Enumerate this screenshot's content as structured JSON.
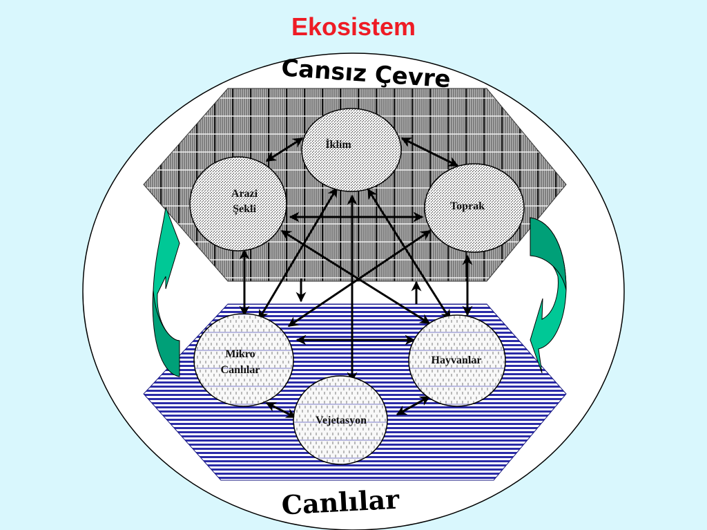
{
  "slide": {
    "title": "Ekosistem"
  },
  "zones": {
    "abiotic": {
      "label": "Cansız Çevre"
    },
    "biotic": {
      "label": "Canlılar"
    }
  },
  "nodes": {
    "iklim": {
      "label": "İklim",
      "zone": "abiotic"
    },
    "arazi": {
      "label_line1": "Arazi",
      "label_line2": "Şekli",
      "zone": "abiotic"
    },
    "toprak": {
      "label": "Toprak",
      "zone": "abiotic"
    },
    "mikro": {
      "label_line1": "Mikro",
      "label_line2": "Canlılar",
      "zone": "biotic"
    },
    "hayvanlar": {
      "label": "Hayvanlar",
      "zone": "biotic"
    },
    "vejetasyon": {
      "label": "Vejetasyon",
      "zone": "biotic"
    }
  },
  "connections": [
    {
      "from": "Arazi Şekli",
      "to": "İklim",
      "type": "bidirectional"
    },
    {
      "from": "İklim",
      "to": "Toprak",
      "type": "bidirectional"
    },
    {
      "from": "Arazi Şekli",
      "to": "Toprak",
      "type": "bidirectional"
    },
    {
      "from": "Arazi Şekli",
      "to": "Mikro Canlılar",
      "type": "bidirectional"
    },
    {
      "from": "Toprak",
      "to": "Hayvanlar",
      "type": "bidirectional"
    },
    {
      "from": "İklim",
      "to": "Mikro Canlılar",
      "type": "bidirectional"
    },
    {
      "from": "İklim",
      "to": "Hayvanlar",
      "type": "bidirectional"
    },
    {
      "from": "İklim",
      "to": "Vejetasyon",
      "type": "bidirectional"
    },
    {
      "from": "Arazi Şekli",
      "to": "Hayvanlar",
      "type": "bidirectional"
    },
    {
      "from": "Toprak",
      "to": "Mikro Canlılar",
      "type": "bidirectional"
    },
    {
      "from": "Mikro Canlılar",
      "to": "Hayvanlar",
      "type": "bidirectional"
    },
    {
      "from": "Mikro Canlılar",
      "to": "Vejetasyon",
      "type": "bidirectional"
    },
    {
      "from": "Vejetasyon",
      "to": "Hayvanlar",
      "type": "bidirectional"
    },
    {
      "from": "Cansız Çevre",
      "to": "Canlılar",
      "type": "down-arrow"
    },
    {
      "from": "Canlılar",
      "to": "Cansız Çevre",
      "type": "up-arrow"
    }
  ],
  "colors": {
    "background": "#d9f7fd",
    "title": "#ee1c25",
    "biotic_stripe": "#2b2ba8",
    "cycle_arrow_light": "#00c896",
    "cycle_arrow_dark": "#00a078"
  }
}
